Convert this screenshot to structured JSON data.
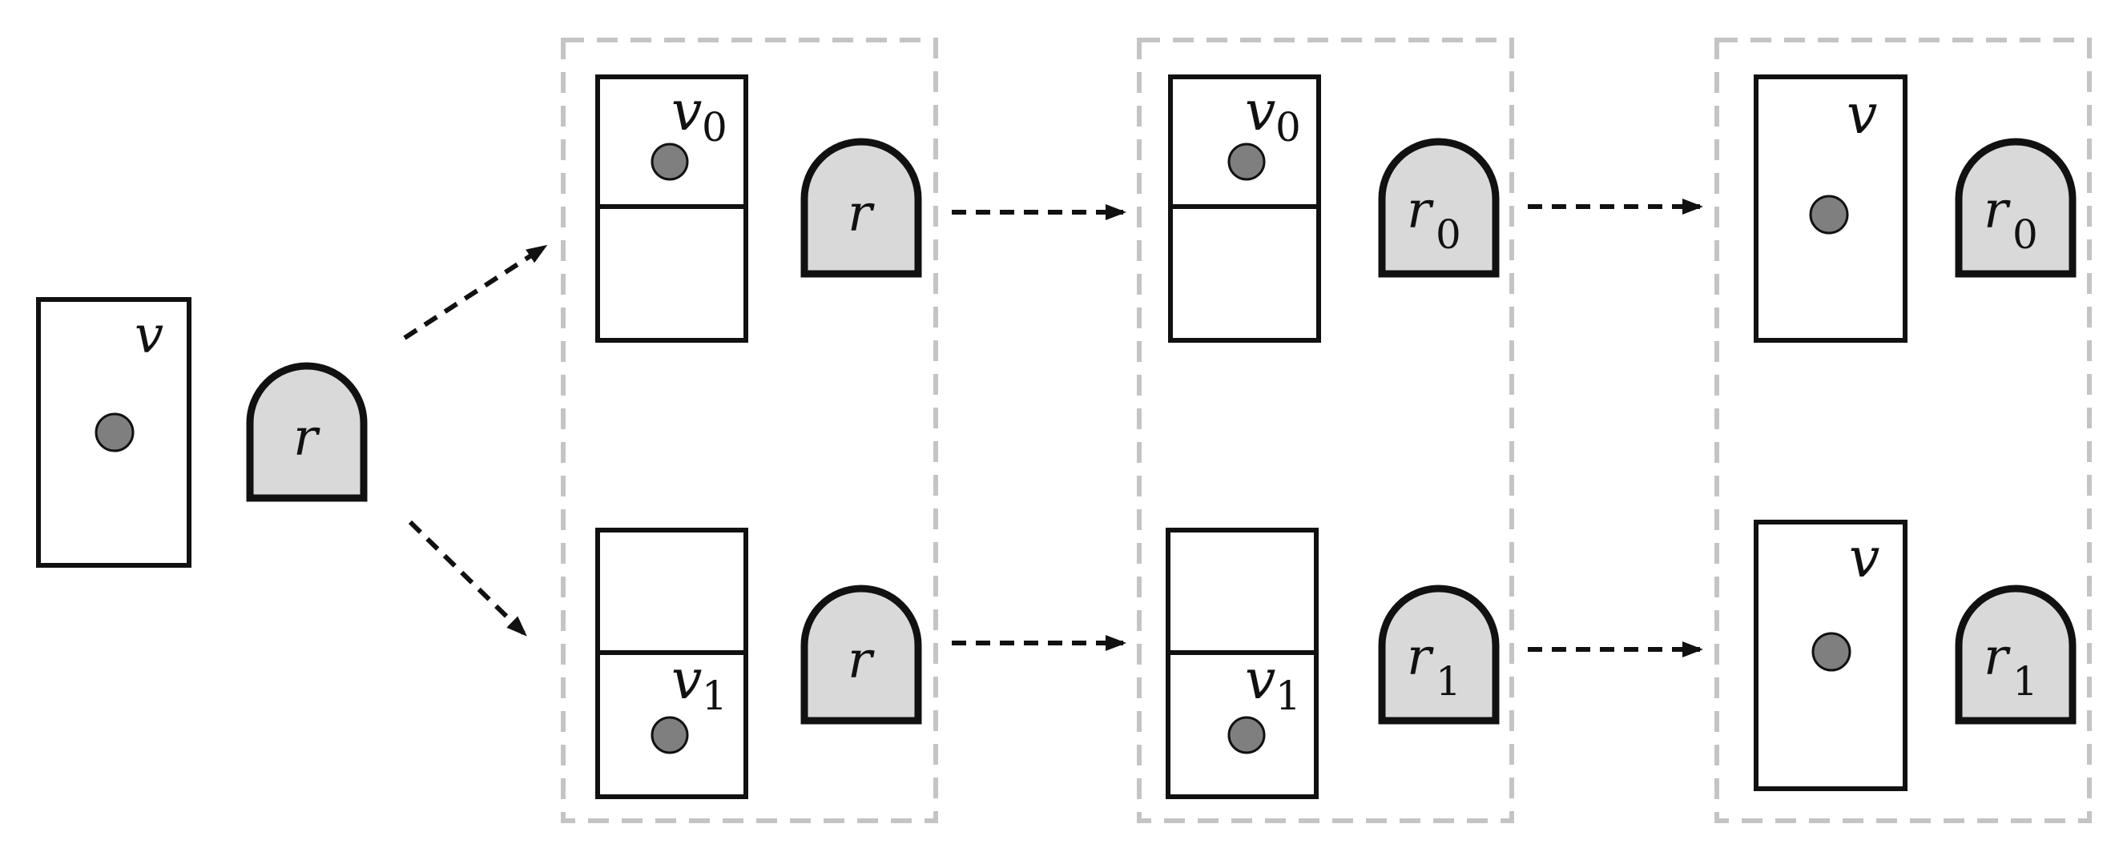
{
  "colors": {
    "stroke": "#111111",
    "group_border": "#c4c4c4",
    "robot_fill": "#d9d9d9",
    "dot_fill": "#7f7f7f",
    "background": "#ffffff"
  },
  "diagram": {
    "initial": {
      "view": {
        "label": "v"
      },
      "robot": {
        "label": "r"
      }
    },
    "stage_split": {
      "top": {
        "view_label": "v",
        "view_sub": "0",
        "robot_label": "r"
      },
      "bottom": {
        "view_label": "v",
        "view_sub": "1",
        "robot_label": "r"
      }
    },
    "stage_robot_split": {
      "top": {
        "view_label": "v",
        "view_sub": "0",
        "robot_label": "r",
        "robot_sub": "0"
      },
      "bottom": {
        "view_label": "v",
        "view_sub": "1",
        "robot_label": "r",
        "robot_sub": "1"
      }
    },
    "stage_merge": {
      "top": {
        "view_label": "v",
        "robot_label": "r",
        "robot_sub": "0"
      },
      "bottom": {
        "view_label": "v",
        "robot_label": "r",
        "robot_sub": "1"
      }
    }
  }
}
